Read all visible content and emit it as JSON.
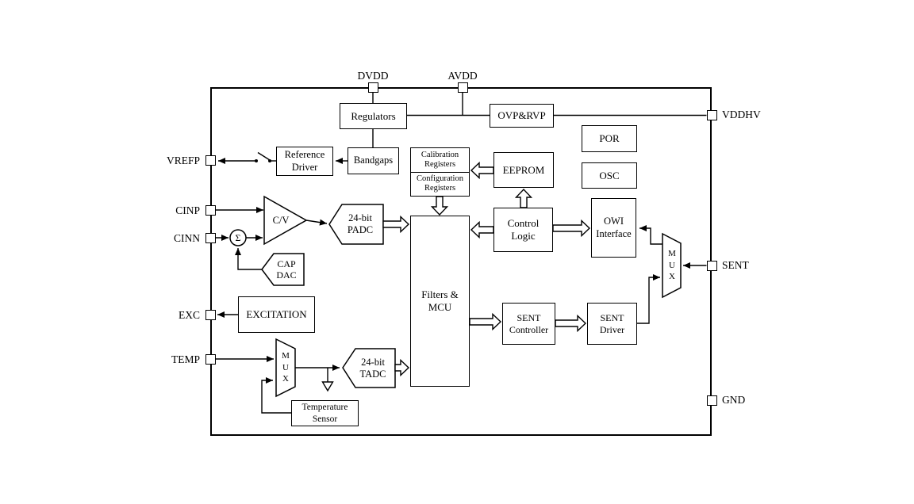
{
  "colors": {
    "stroke": "#000000",
    "background": "#ffffff"
  },
  "pins": {
    "dvdd": "DVDD",
    "avdd": "AVDD",
    "vddhv": "VDDHV",
    "sent": "SENT",
    "gnd": "GND",
    "vrefp": "VREFP",
    "cinp": "CINP",
    "cinn": "CINN",
    "exc": "EXC",
    "temp": "TEMP"
  },
  "blocks": {
    "regulators": "Regulators",
    "ovp_rvp": "OVP&RVP",
    "por": "POR",
    "osc": "OSC",
    "reference_driver": "Reference Driver",
    "bandgaps": "Bandgaps",
    "calibration_registers": "Calibration Registers",
    "configuration_registers": "Configuration Registers",
    "eeprom": "EEPROM",
    "filters_mcu": "Filters & MCU",
    "control_logic": "Control Logic",
    "owi_interface": "OWI Interface",
    "sent_controller": "SENT Controller",
    "sent_driver": "SENT Driver",
    "excitation": "EXCITATION",
    "temperature_sensor": "Temperature Sensor"
  },
  "shapes": {
    "cv": "C/V",
    "padc": "24-bit PADC",
    "tadc": "24-bit TADC",
    "cap_dac": "CAP DAC",
    "mux_temp": "MUX",
    "mux_sent": "MUX",
    "sigma": "Σ"
  }
}
